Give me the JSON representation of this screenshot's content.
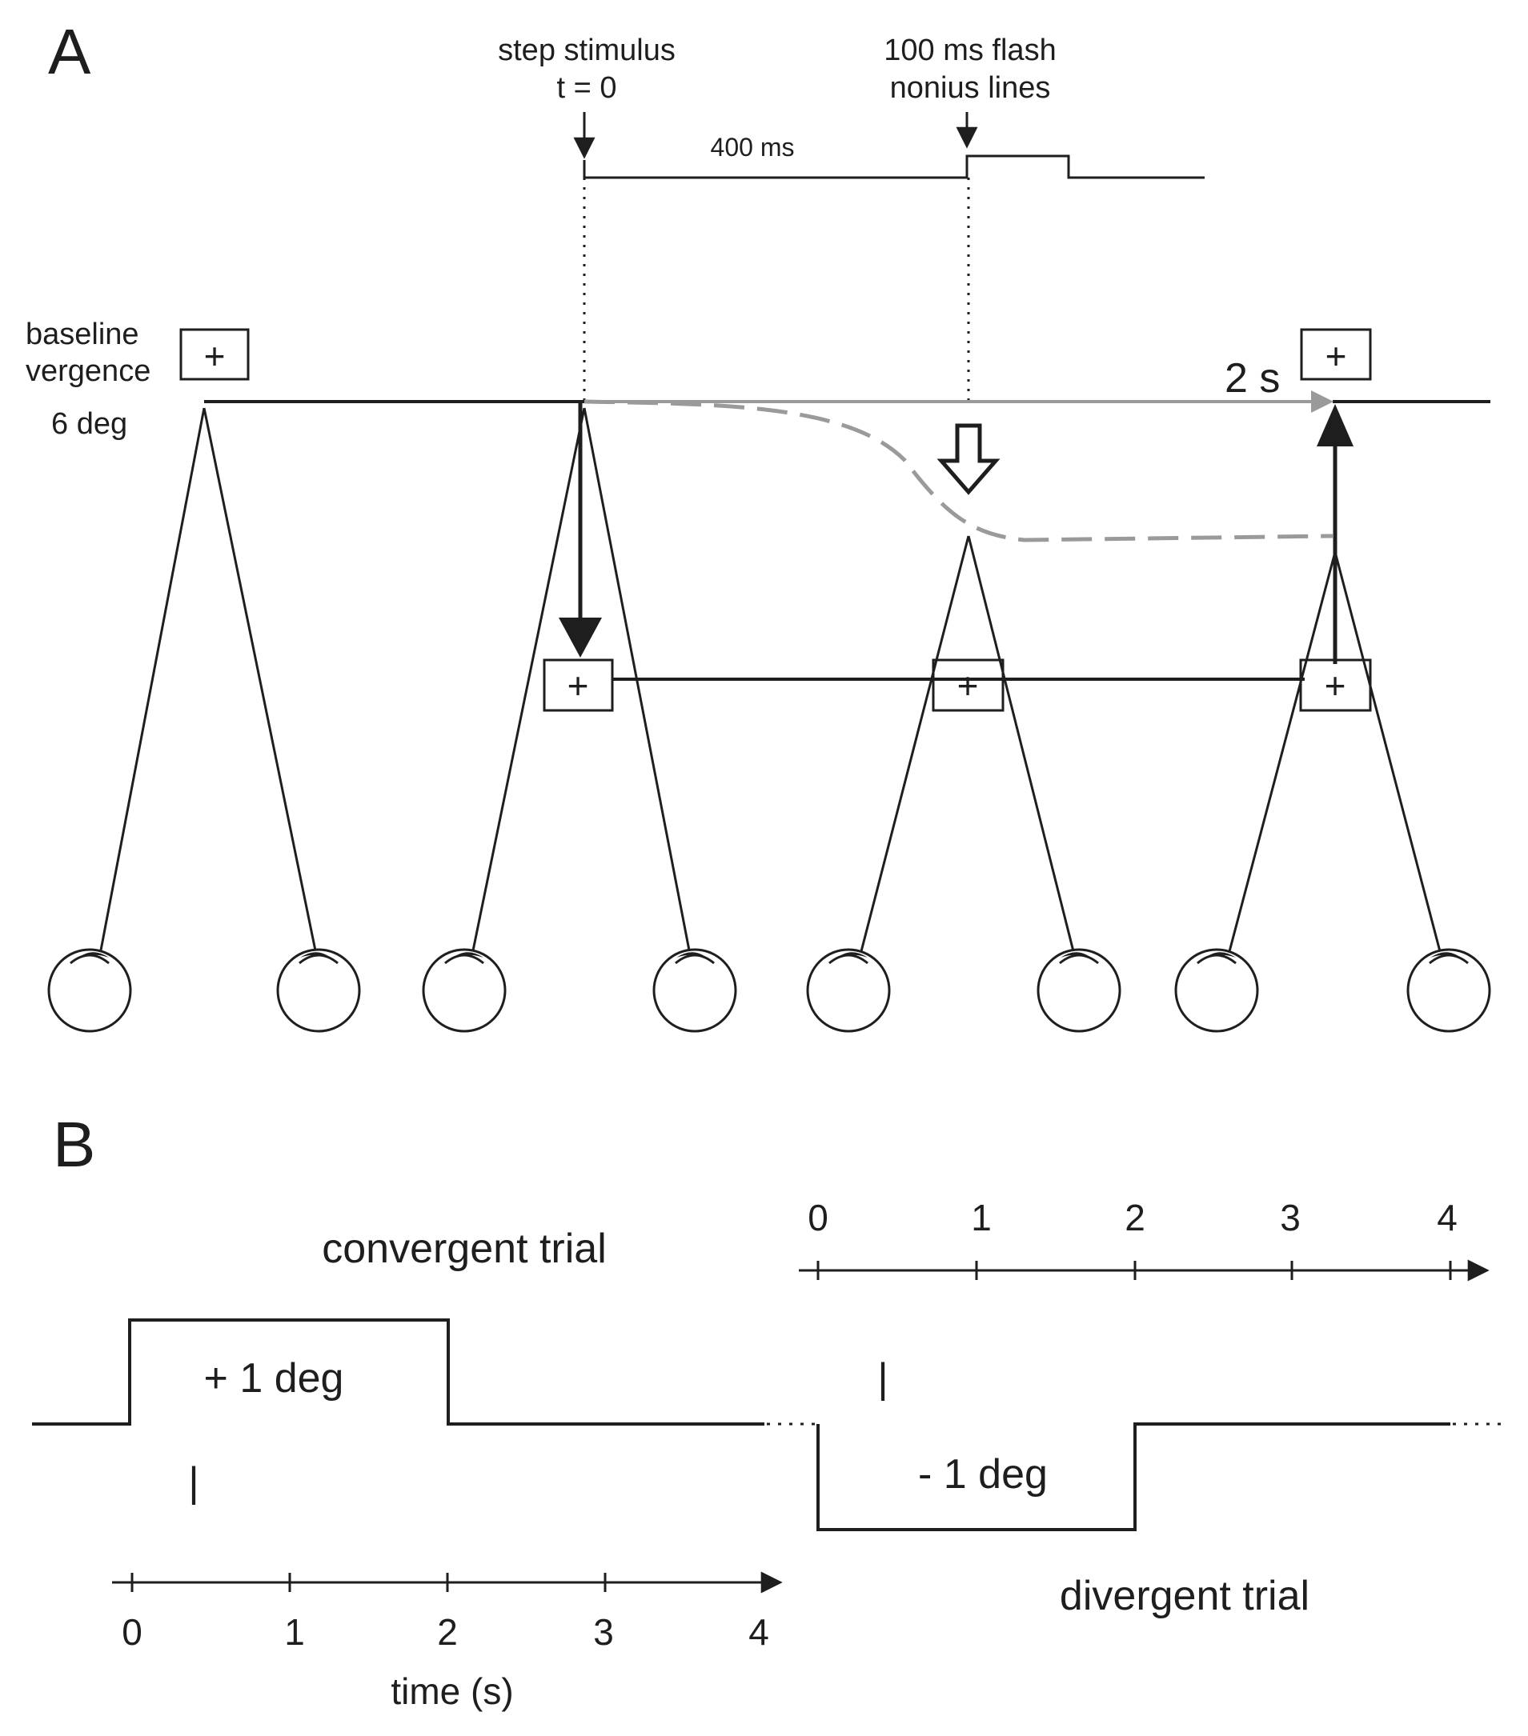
{
  "panel_a": {
    "label": "A",
    "step_stimulus": [
      "step stimulus",
      "t = 0"
    ],
    "flash": [
      "100 ms flash",
      "nonius lines"
    ],
    "interval": "400 ms",
    "baseline": [
      "baseline",
      "vergence",
      "6 deg"
    ],
    "duration": "2 s",
    "fixation_symbol": "+"
  },
  "panel_b": {
    "label": "B",
    "convergent_title": "convergent trial",
    "divergent_title": "divergent trial",
    "convergent_step": "+ 1 deg",
    "divergent_step": "- 1 deg",
    "time_axis_label": "time (s)",
    "tick_labels": [
      "0",
      "1",
      "2",
      "3",
      "4"
    ],
    "nonius_mark": "|"
  },
  "colors": {
    "ink": "#1e1e1e",
    "gray_path": "#9a9a9a"
  }
}
